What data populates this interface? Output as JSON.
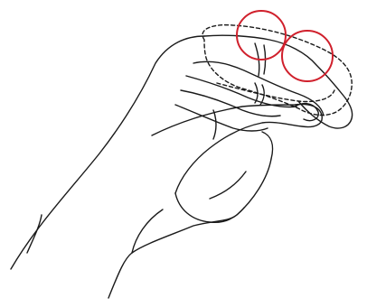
{
  "figure": {
    "subject": "hand-pinch-gesture",
    "colors": {
      "outline": "#1a1a1a",
      "highlight": "#d0202c",
      "background": "#ffffff"
    },
    "highlight_count": 2,
    "icons": [
      "hand-outline",
      "finger-motion-dashed-outline",
      "highlight-circle"
    ]
  }
}
